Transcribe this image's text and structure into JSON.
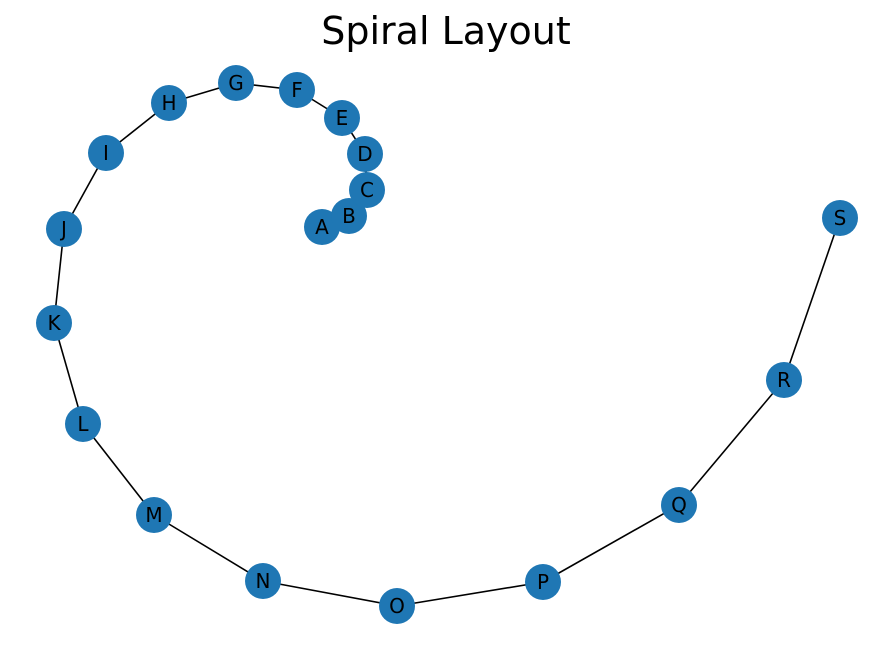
{
  "title": "Spiral Layout",
  "colors": {
    "node_fill": "#1f77b4",
    "edge_stroke": "#000000",
    "label_color": "#000000",
    "background": "#ffffff"
  },
  "graph": {
    "nodes": [
      "A",
      "B",
      "C",
      "D",
      "E",
      "F",
      "G",
      "H",
      "I",
      "J",
      "K",
      "L",
      "M",
      "N",
      "O",
      "P",
      "Q",
      "R",
      "S"
    ],
    "edges": [
      [
        "A",
        "B"
      ],
      [
        "B",
        "C"
      ],
      [
        "C",
        "D"
      ],
      [
        "D",
        "E"
      ],
      [
        "E",
        "F"
      ],
      [
        "F",
        "G"
      ],
      [
        "G",
        "H"
      ],
      [
        "H",
        "I"
      ],
      [
        "I",
        "J"
      ],
      [
        "J",
        "K"
      ],
      [
        "K",
        "L"
      ],
      [
        "L",
        "M"
      ],
      [
        "M",
        "N"
      ],
      [
        "N",
        "O"
      ],
      [
        "O",
        "P"
      ],
      [
        "P",
        "Q"
      ],
      [
        "Q",
        "R"
      ],
      [
        "R",
        "S"
      ]
    ]
  }
}
